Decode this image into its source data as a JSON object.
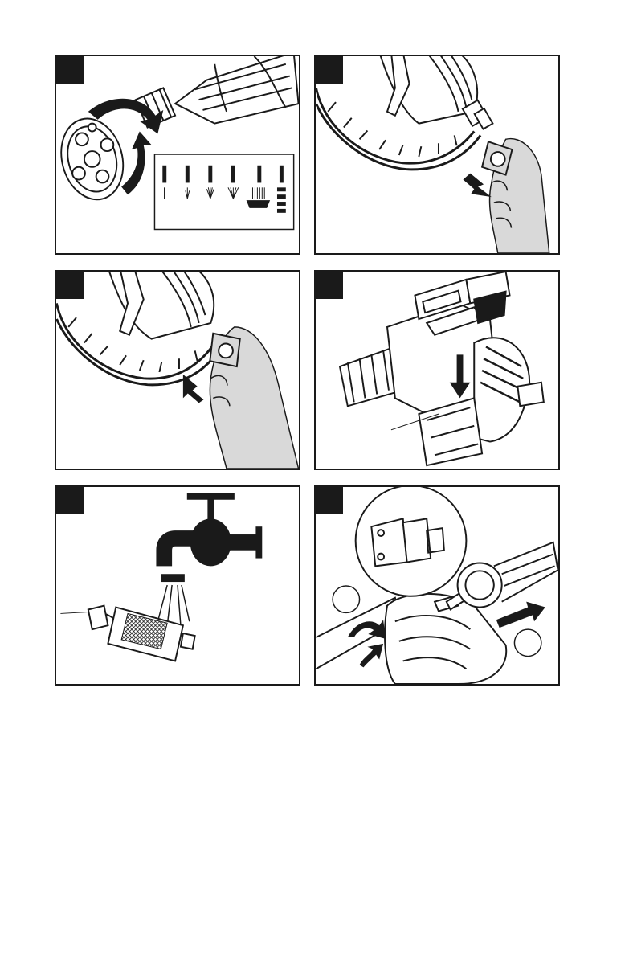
{
  "panels": [
    {
      "step": "",
      "subject": "spray-nozzle-selector"
    },
    {
      "step": "",
      "subject": "remove-inlet-filter"
    },
    {
      "step": "",
      "subject": "insert-inlet-filter"
    },
    {
      "step": "",
      "subject": "insert-battery"
    },
    {
      "step": "",
      "subject": "rinse-filter-under-tap"
    },
    {
      "step": "",
      "subject": "attach-wand-connector"
    }
  ],
  "colors": {
    "ink": "#1a1a1a",
    "hand_fill": "#d9d9d9",
    "panel_border": "#1a1a1a",
    "page": "#ffffff"
  },
  "icons": [
    "rotate-arrow-icon",
    "spray-pattern-icon",
    "push-arrow-icon",
    "hand-icon",
    "battery-icon",
    "faucet-icon",
    "filter-icon",
    "rotate-arrows-icon"
  ]
}
